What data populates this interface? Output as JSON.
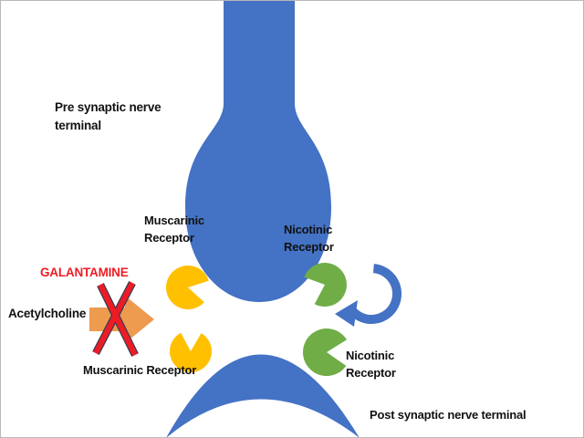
{
  "diagram": {
    "labels": {
      "pre_synaptic": "Pre synaptic nerve\nterminal",
      "muscarinic_top": "Muscarinic\nReceptor",
      "nicotinic_top": "Nicotinic\nReceptor",
      "galantamine": "GALANTAMINE",
      "acetylcholine": "Acetylcholine",
      "muscarinic_bottom": "Muscarinic Receptor",
      "nicotinic_bottom": "Nicotinic\nReceptor",
      "post_synaptic": "Post synaptic nerve terminal"
    },
    "colors": {
      "neuron_blue": "#4472C4",
      "muscarinic_yellow": "#FFC000",
      "nicotinic_green": "#70AD47",
      "acetylcholine_arrow_orange": "#EE9A4F",
      "inhibition_red": "#ED1C24",
      "x_outline_dark": "#3B3B55",
      "label_black": "#111111"
    }
  }
}
